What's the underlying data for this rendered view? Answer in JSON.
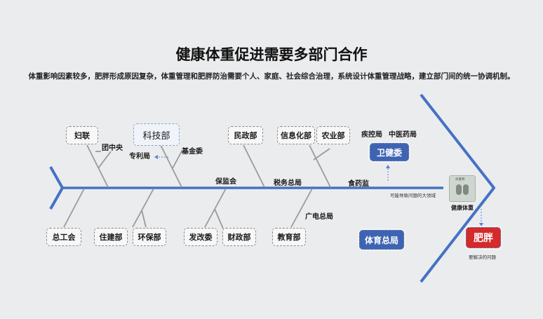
{
  "title": "健康体重促进需要多部门合作",
  "subtitle": "体重影响因素较多，肥胖形成原因复杂，体重管理和肥胖防治需要个人、家庭、社会综合治理，系统设计体重管理战略，建立部门间的统一协调机制。",
  "top_boxes": {
    "fulian": "妇联",
    "keji": "科技部",
    "minzheng": "民政部",
    "xinxihua": "信息化部",
    "nongye": "农业部",
    "weijian": "卫健委"
  },
  "bottom_boxes": {
    "zonggonghui": "总工会",
    "zhujian": "住建部",
    "huanbao": "环保部",
    "fagai": "发改委",
    "caizheng": "财政部",
    "jiaoyu": "教育部",
    "tiyu": "体育总局"
  },
  "labels": {
    "tuanzhongyang": "团中央",
    "zhuanliju": "专利局",
    "jijinwei": "基金委",
    "baojianhui": "保监会",
    "shuiwu": "税务总局",
    "shiyaojian": "食药监",
    "jikongju": "疾控局",
    "zhongyiyao": "中医药局",
    "guangdian": "广电总局"
  },
  "head": {
    "effect_box": "肥胖",
    "scale_caption": "健康体重",
    "scale_text": "体重秤",
    "note_lead": "可能导致问题的大领域",
    "note_solve": "要解决的问题"
  },
  "colors": {
    "spine": "#4472c4",
    "bone": "#9a9a9a",
    "accent_box": "#3f63b3",
    "problem_box": "#d42a2a"
  }
}
